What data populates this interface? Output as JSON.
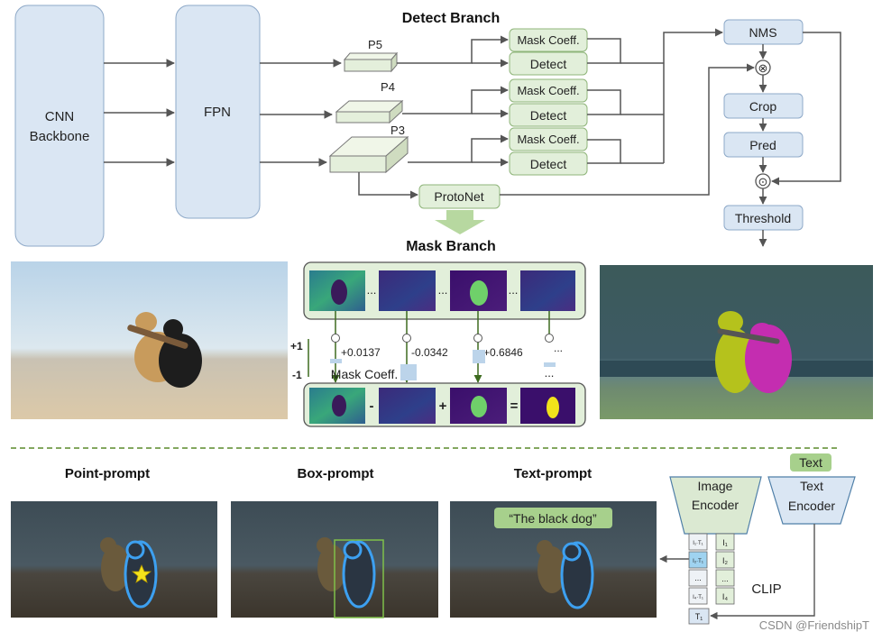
{
  "titles": {
    "detect_branch": "Detect Branch",
    "mask_branch": "Mask Branch"
  },
  "blocks": {
    "cnn_line1": "CNN",
    "cnn_line2": "Backbone",
    "fpn": "FPN",
    "protonet": "ProtoNet",
    "nms": "NMS",
    "crop": "Crop",
    "pred": "Pred",
    "threshold": "Threshold",
    "combine_op": "⊗",
    "dot_op": "⊙"
  },
  "levels": {
    "p5": "P5",
    "p4": "P4",
    "p3": "P3"
  },
  "heads": {
    "mask_coeff": "Mask Coeff.",
    "detect": "Detect"
  },
  "mask_branch": {
    "coeff_values": [
      "+0.0137",
      "-0.0342",
      "+0.6846",
      "..."
    ],
    "dots": "...",
    "axis_plus": "+1",
    "axis_minus": "-1",
    "coeff_label": "Mask Coeff.",
    "op_minus": "-",
    "op_plus": "+",
    "op_equals": "="
  },
  "prompts": {
    "point": "Point-prompt",
    "box": "Box-prompt",
    "text": "Text-prompt",
    "text_query": "“The black dog”"
  },
  "clip": {
    "image_encoder_line1": "Image",
    "image_encoder_line2": "Encoder",
    "text_encoder_line1": "Text",
    "text_encoder_line2": "Encoder",
    "text_input": "Text",
    "label": "CLIP",
    "image_embeddings": [
      "I₁",
      "I₂",
      "...",
      "I₄"
    ],
    "similarity": [
      "I₁·T₁",
      "I₂·T₁",
      "...",
      "I₄·T₁"
    ],
    "text_embedding": "T₁"
  },
  "watermark": "CSDN @FriendshipT",
  "colors": {
    "block_fill": "#dae6f3",
    "block_stroke": "#8ea9c8",
    "head_fill": "#e2efda",
    "head_stroke": "#8fb57a",
    "arrow": "#555555",
    "dash_line": "#5a8a2a",
    "highlight": "#9fd3f0"
  }
}
